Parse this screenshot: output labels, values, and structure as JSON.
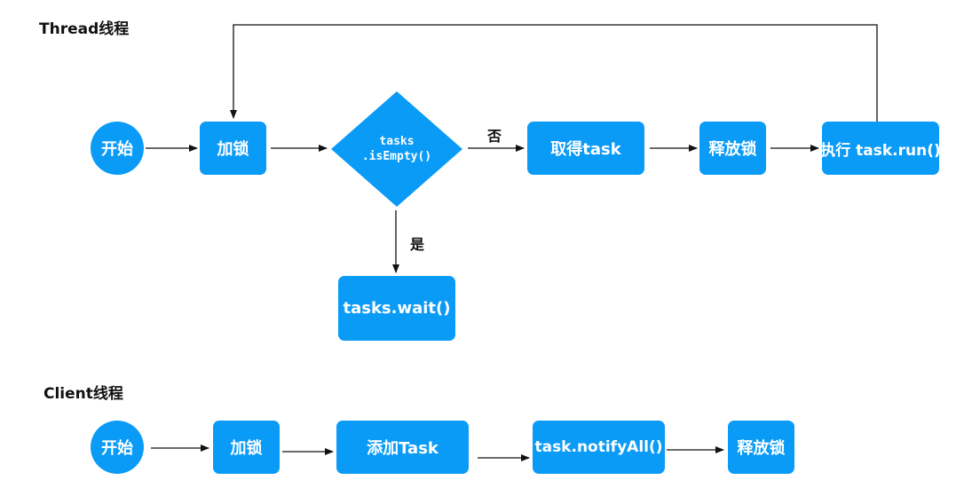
{
  "thread": {
    "title": "Thread线程",
    "start": "开始",
    "lock": "加锁",
    "decision_line1": "tasks",
    "decision_line2": ".isEmpty()",
    "no_label": "否",
    "yes_label": "是",
    "take_task": "取得task",
    "release_lock": "释放锁",
    "run_task": "执行 task.run()",
    "wait": "tasks.wait()"
  },
  "client": {
    "title": "Client线程",
    "start": "开始",
    "lock": "加锁",
    "add_task": "添加Task",
    "notify": "task.notifyAll()",
    "release_lock": "释放锁"
  },
  "colors": {
    "node_fill": "#0A9BF7",
    "node_text": "#ffffff",
    "edge": "#111111"
  }
}
